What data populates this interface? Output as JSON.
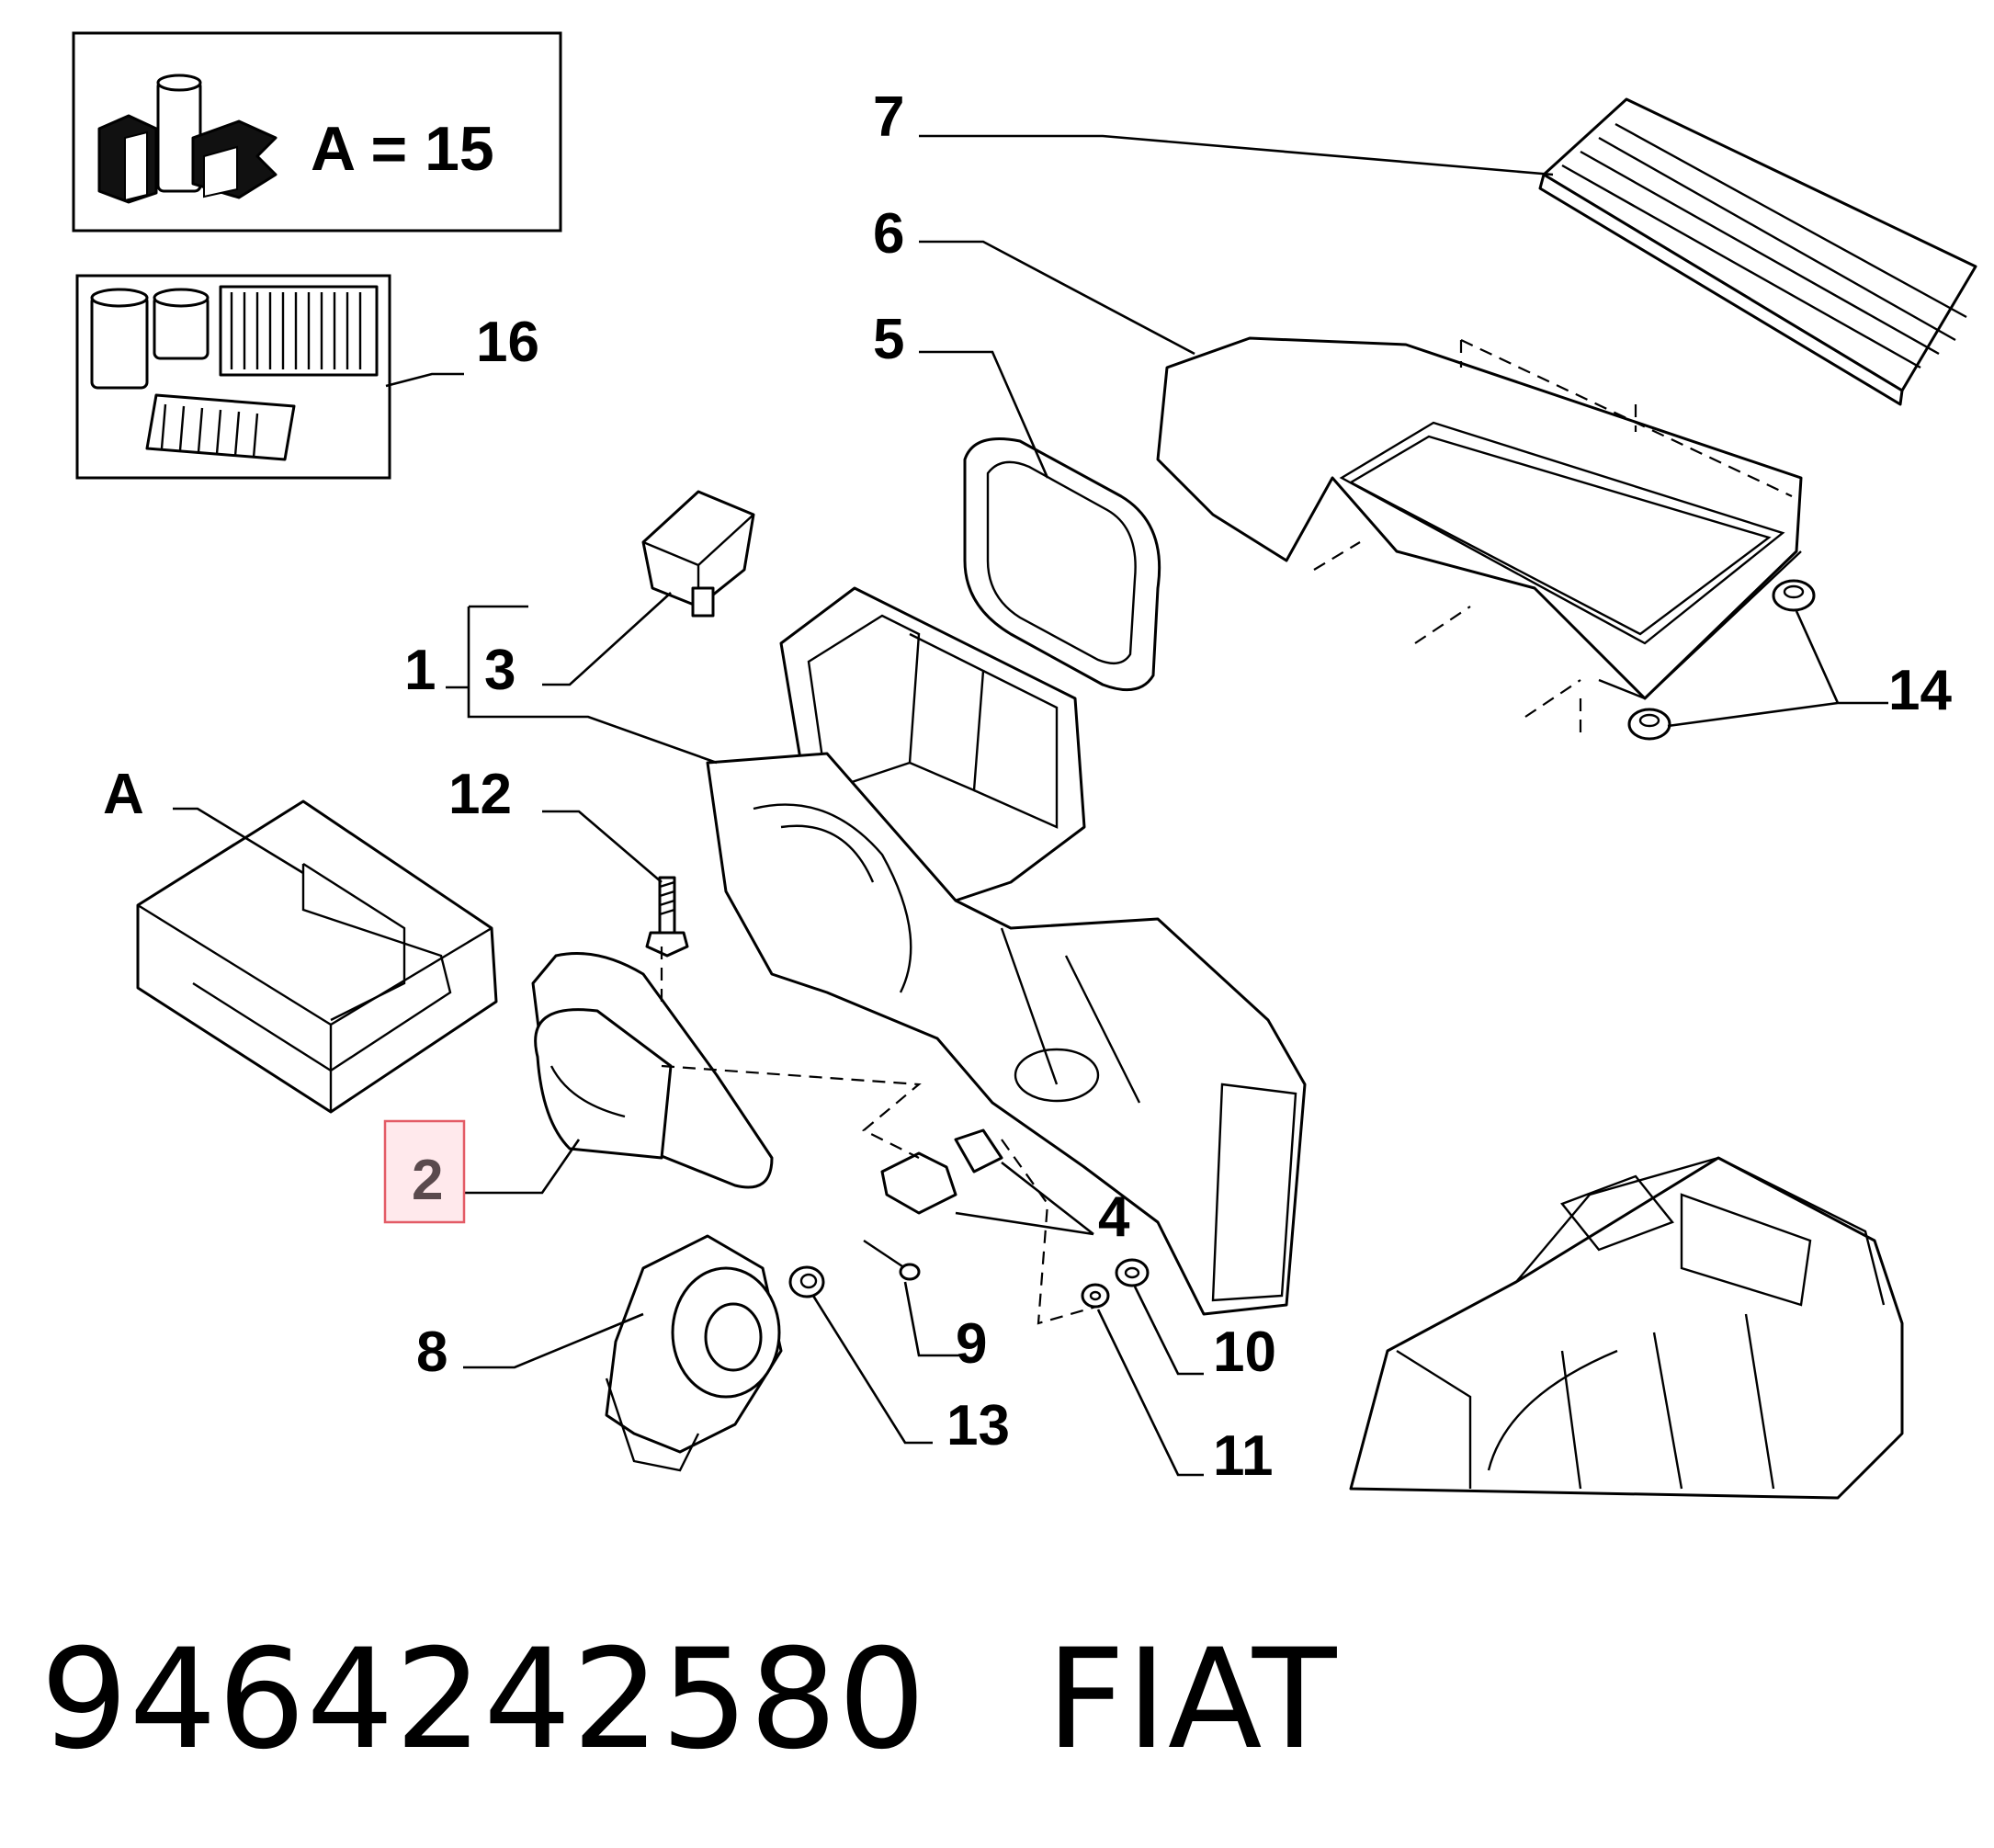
{
  "diagram": {
    "kit_box": {
      "label": "A = 15",
      "icon": "fiat-parts-package-icon"
    },
    "filters_box": {
      "icon": "oil-and-air-filters-icon"
    },
    "callouts": {
      "c1": "1",
      "c2": "2",
      "c3": "3",
      "c4": "4",
      "c5": "5",
      "c6": "6",
      "c7": "7",
      "c8": "8",
      "c9": "9",
      "c10": "10",
      "c11": "11",
      "c12": "12",
      "c13": "13",
      "c14": "14",
      "c16": "16",
      "cA": "A"
    },
    "highlighted_callout": "2",
    "highlight_color": "#e35b66"
  },
  "footer": {
    "part_number": "9464242580",
    "brand": "FIAT"
  }
}
